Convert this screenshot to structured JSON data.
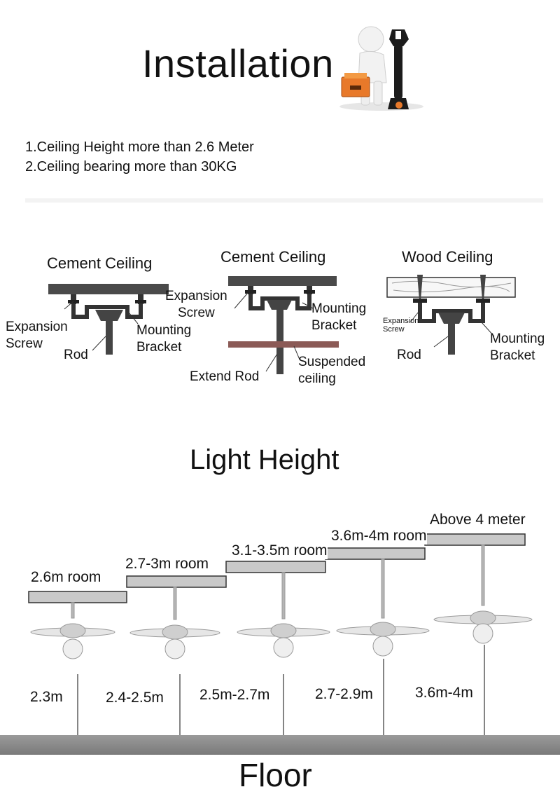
{
  "title": "Installation",
  "requirements": [
    "1.Ceiling Height more than 2.6 Meter",
    "2.Ceiling bearing more than 30KG"
  ],
  "diagrams": [
    {
      "heading": "Cement Ceiling",
      "labels": {
        "expansion": "Expansion\nScrew",
        "bracket": "Mounting\nBracket",
        "rod": "Rod"
      }
    },
    {
      "heading": "Cement Ceiling",
      "labels": {
        "expansion": "Expansion\nScrew",
        "bracket": "Mounting\nBracket",
        "extend_rod": "Extend Rod",
        "suspended": "Suspended\nceiling"
      }
    },
    {
      "heading": "Wood Ceiling",
      "labels": {
        "expansion": "Expansion\nScrew",
        "bracket": "Mounting\nBracket",
        "rod": "Rod"
      }
    }
  ],
  "light_height": {
    "title": "Light Height",
    "rooms": [
      {
        "room": "2.6m room",
        "height": "2.3m"
      },
      {
        "room": "2.7-3m room",
        "height": "2.4-2.5m"
      },
      {
        "room": "3.1-3.5m room",
        "height": "2.5m-2.7m"
      },
      {
        "room": "3.6m-4m room",
        "height": "2.7-2.9m"
      },
      {
        "room": "Above 4 meter",
        "height": "3.6m-4m"
      }
    ],
    "floor": "Floor"
  },
  "colors": {
    "ceiling_dark": "#4a4a4a",
    "suspended_ceiling": "#8b5a56",
    "ceiling_plate": "#c9c9c9",
    "floor": "#858585",
    "toolbox": "#e8792a"
  }
}
